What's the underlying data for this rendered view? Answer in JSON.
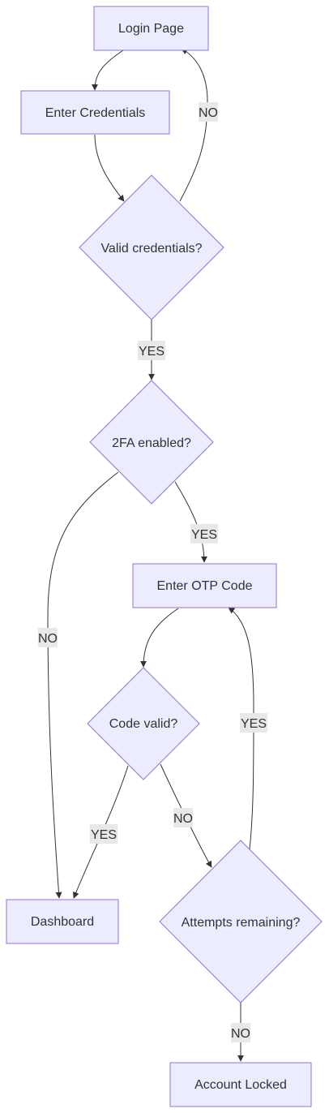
{
  "nodes": {
    "login_page": "Login Page",
    "enter_credentials": "Enter Credentials",
    "valid_credentials": "Valid credentials?",
    "twofa_enabled": "2FA enabled?",
    "enter_otp": "Enter OTP Code",
    "code_valid": "Code valid?",
    "dashboard": "Dashboard",
    "attempts_remaining": "Attempts remaining?",
    "account_locked": "Account Locked"
  },
  "edges": {
    "valid_no": "NO",
    "valid_yes": "YES",
    "twofa_yes": "YES",
    "twofa_no": "NO",
    "attempts_yes": "YES",
    "code_yes": "YES",
    "code_no": "NO",
    "attempts_no": "NO"
  },
  "colors": {
    "node_fill": "#ECECFF",
    "node_stroke": "#9370DB",
    "edge": "#333333",
    "label_bg": "#e8e8e8",
    "text": "#333333"
  }
}
